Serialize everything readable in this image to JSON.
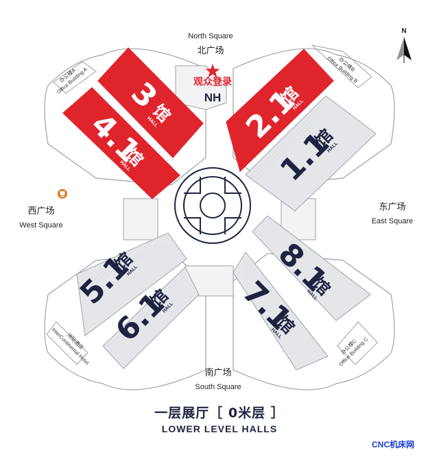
{
  "squares": {
    "north": {
      "en": "North Square",
      "cn": "北广场"
    },
    "south": {
      "en": "South Square",
      "cn": "南广场"
    },
    "east": {
      "en": "East Square",
      "cn": "东广场"
    },
    "west": {
      "en": "West Square",
      "cn": "西广场"
    }
  },
  "buildings": {
    "a": {
      "cn": "办公楼A",
      "en": "Office Building A"
    },
    "b": {
      "cn": "办公楼B",
      "en": "Office Building B"
    },
    "c": {
      "cn": "办公楼C",
      "en": "Office Building C"
    },
    "hotel": {
      "cn": "洲际酒店",
      "en": "InterContinental Hotel"
    }
  },
  "halls": [
    {
      "id": "3",
      "num": "3",
      "cn": "馆",
      "en": "HALL",
      "highlight": true
    },
    {
      "id": "4-1",
      "num": "4.1",
      "cn": "馆",
      "en": "HALL",
      "highlight": true
    },
    {
      "id": "2-1",
      "num": "2.1",
      "cn": "馆",
      "en": "HALL",
      "highlight": true
    },
    {
      "id": "1-1",
      "num": "1.1",
      "cn": "馆",
      "en": "HALL",
      "highlight": false
    },
    {
      "id": "5-1",
      "num": "5.1",
      "cn": "馆",
      "en": "HALL",
      "highlight": false
    },
    {
      "id": "6-1",
      "num": "6.1",
      "cn": "馆",
      "en": "HALL",
      "highlight": false
    },
    {
      "id": "7-1",
      "num": "7.1",
      "cn": "馆",
      "en": "HALL",
      "highlight": false
    },
    {
      "id": "8-1",
      "num": "8.1",
      "cn": "馆",
      "en": "HALL",
      "highlight": false
    }
  ],
  "entrance": {
    "cn": "观众登录",
    "code": "NH"
  },
  "compass": {
    "label": "N"
  },
  "title": {
    "cn": "一层展厅［ 0米层 ］",
    "en": "LOWER LEVEL HALLS"
  },
  "watermark": "CNC机床网",
  "colors": {
    "highlight": "#e0242c",
    "hall": "#e4e6ea",
    "navy": "#1d2340",
    "outline": "#a9afb7"
  },
  "icons": {
    "metro": "metro-icon",
    "compass": "compass-icon",
    "star": "star-icon"
  }
}
